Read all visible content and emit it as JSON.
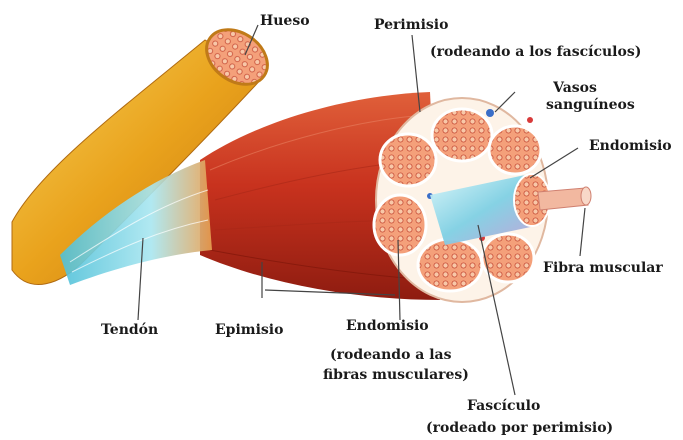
{
  "labels": {
    "hueso": "Hueso",
    "perimisio": "Perimisio",
    "perimisio_sub": "(rodeando a los fascículos)",
    "vasos_1": "Vasos",
    "vasos_2": "sanguíneos",
    "endomisio_right": "Endomisio",
    "fibra_muscular": "Fibra muscular",
    "tendon": "Tendón",
    "epimisio": "Epimisio",
    "endomisio_bottom": "Endomisio",
    "endomisio_sub_1": "(rodeando a las",
    "endomisio_sub_2": "fibras musculares)",
    "fasciculo": "Fascículo",
    "fasciculo_sub": "(rodeado por perimisio)"
  },
  "colors": {
    "muscle_red": "#c8321e",
    "bone_yellow": "#f0b020",
    "tendon_cyan": "#7fd8e8",
    "fascicle_fill": "#f4a07a",
    "perimysium_white": "#fdf3e8"
  }
}
